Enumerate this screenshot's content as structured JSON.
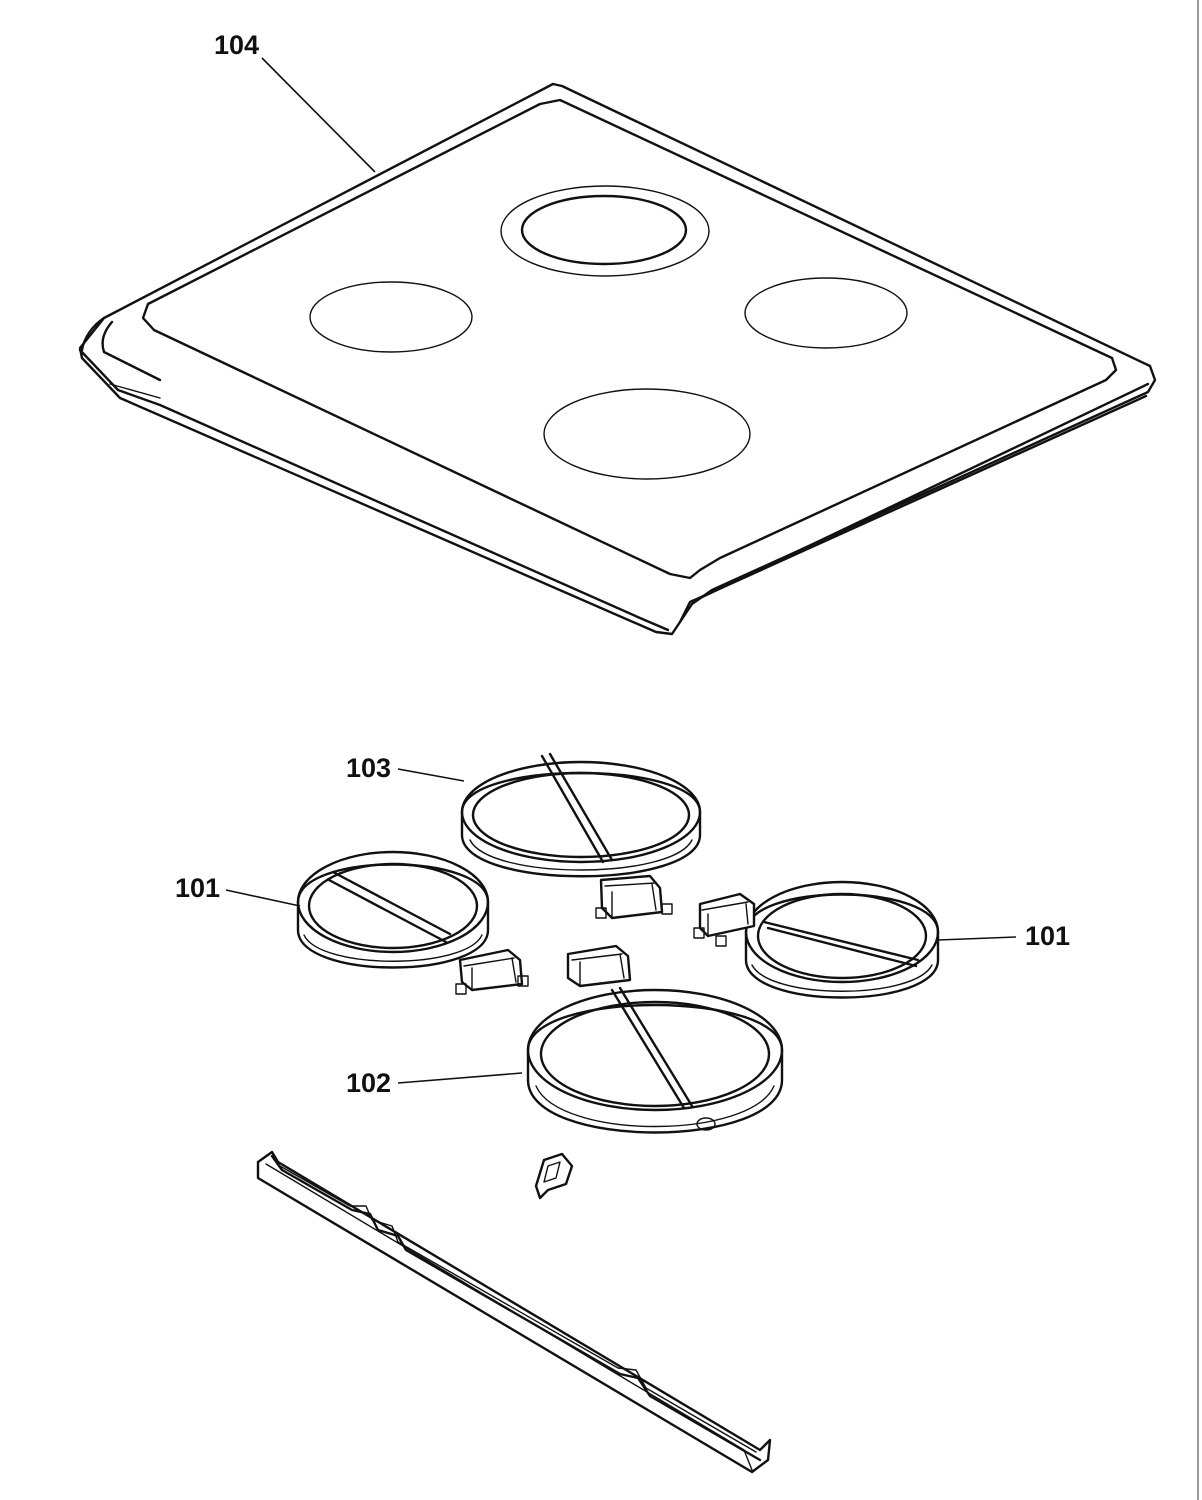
{
  "callouts": {
    "cooktop_glass": "104",
    "element_rear": "103",
    "element_left": "101",
    "element_right": "101",
    "element_front": "102"
  }
}
